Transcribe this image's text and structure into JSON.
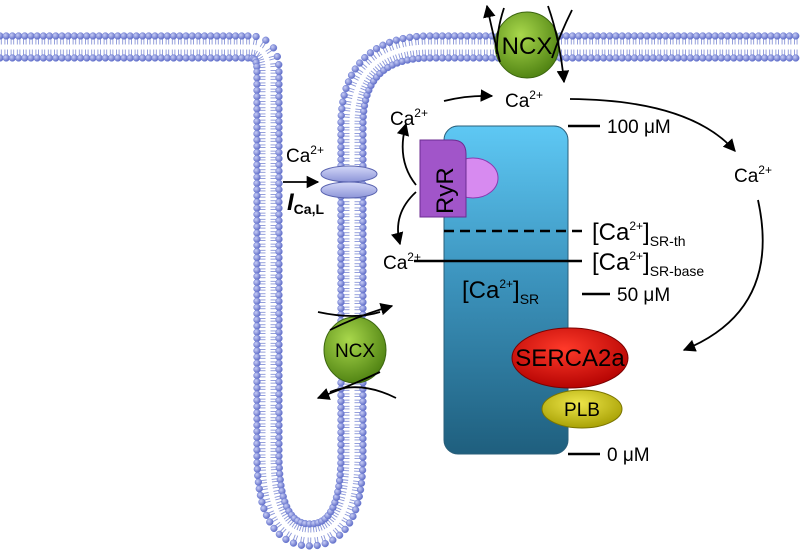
{
  "labels": {
    "ca_ion": "Ca",
    "charge": "2+",
    "ncx": "NCX",
    "ryr": "RyR",
    "serca": "SERCA2a",
    "plb": "PLB",
    "ical_italic": "I",
    "ical_sub": "Ca,L",
    "bracket_open": "[Ca",
    "bracket_close": "]",
    "sr_th_sub": "SR-th",
    "sr_base_sub": "SR-base",
    "sr_sub": "SR",
    "scale_top": "100 μM",
    "scale_mid": "50 μM",
    "scale_bottom": "0 μM"
  },
  "colors": {
    "membrane_head": "#6f7fd6",
    "membrane_tail": "#8a96d8",
    "sr_top": "#5ec8f4",
    "sr_bottom": "#1f5f7e",
    "ncx": "#6aa61e",
    "ryr_dark": "#a155c9",
    "ryr_light": "#d78af0",
    "serca": "#d10000",
    "plb": "#c8c000",
    "channel": "#a8b0e8"
  },
  "icons": {
    "ncx_top": "ncx-exchanger-icon",
    "ncx_bottom": "ncx-exchanger-icon",
    "ryr": "ryanodine-receptor-icon",
    "lcc": "l-type-channel-icon"
  }
}
